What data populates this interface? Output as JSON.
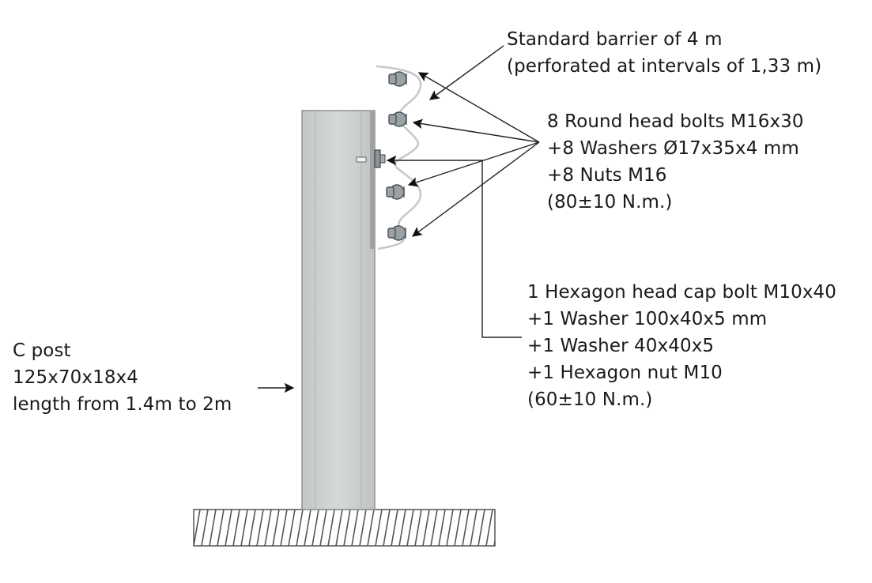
{
  "barrier": {
    "line1": "Standard barrier of 4 m",
    "line2": "(perforated at intervals of 1,33 m)"
  },
  "round_bolts": {
    "line1": "8 Round head bolts M16x30",
    "line2": "+8 Washers Ø17x35x4 mm",
    "line3": "+8 Nuts M16",
    "line4": "(80±10 N.m.)"
  },
  "hex_bolt": {
    "line1": "1 Hexagon head cap bolt M10x40",
    "line2": "+1 Washer 100x40x5 mm",
    "line3": "+1 Washer 40x40x5",
    "line4": "+1 Hexagon nut M10",
    "line5": "(60±10 N.m.)"
  },
  "post": {
    "line1": "C post",
    "line2": "125x70x18x4",
    "line3": "length from 1.4m to 2m"
  },
  "colors": {
    "post_fill": "#cdd0d1",
    "post_edge": "#8e9293",
    "bolt": "#9aa2a6",
    "line": "#222222",
    "ground_hatch": "#555555"
  }
}
